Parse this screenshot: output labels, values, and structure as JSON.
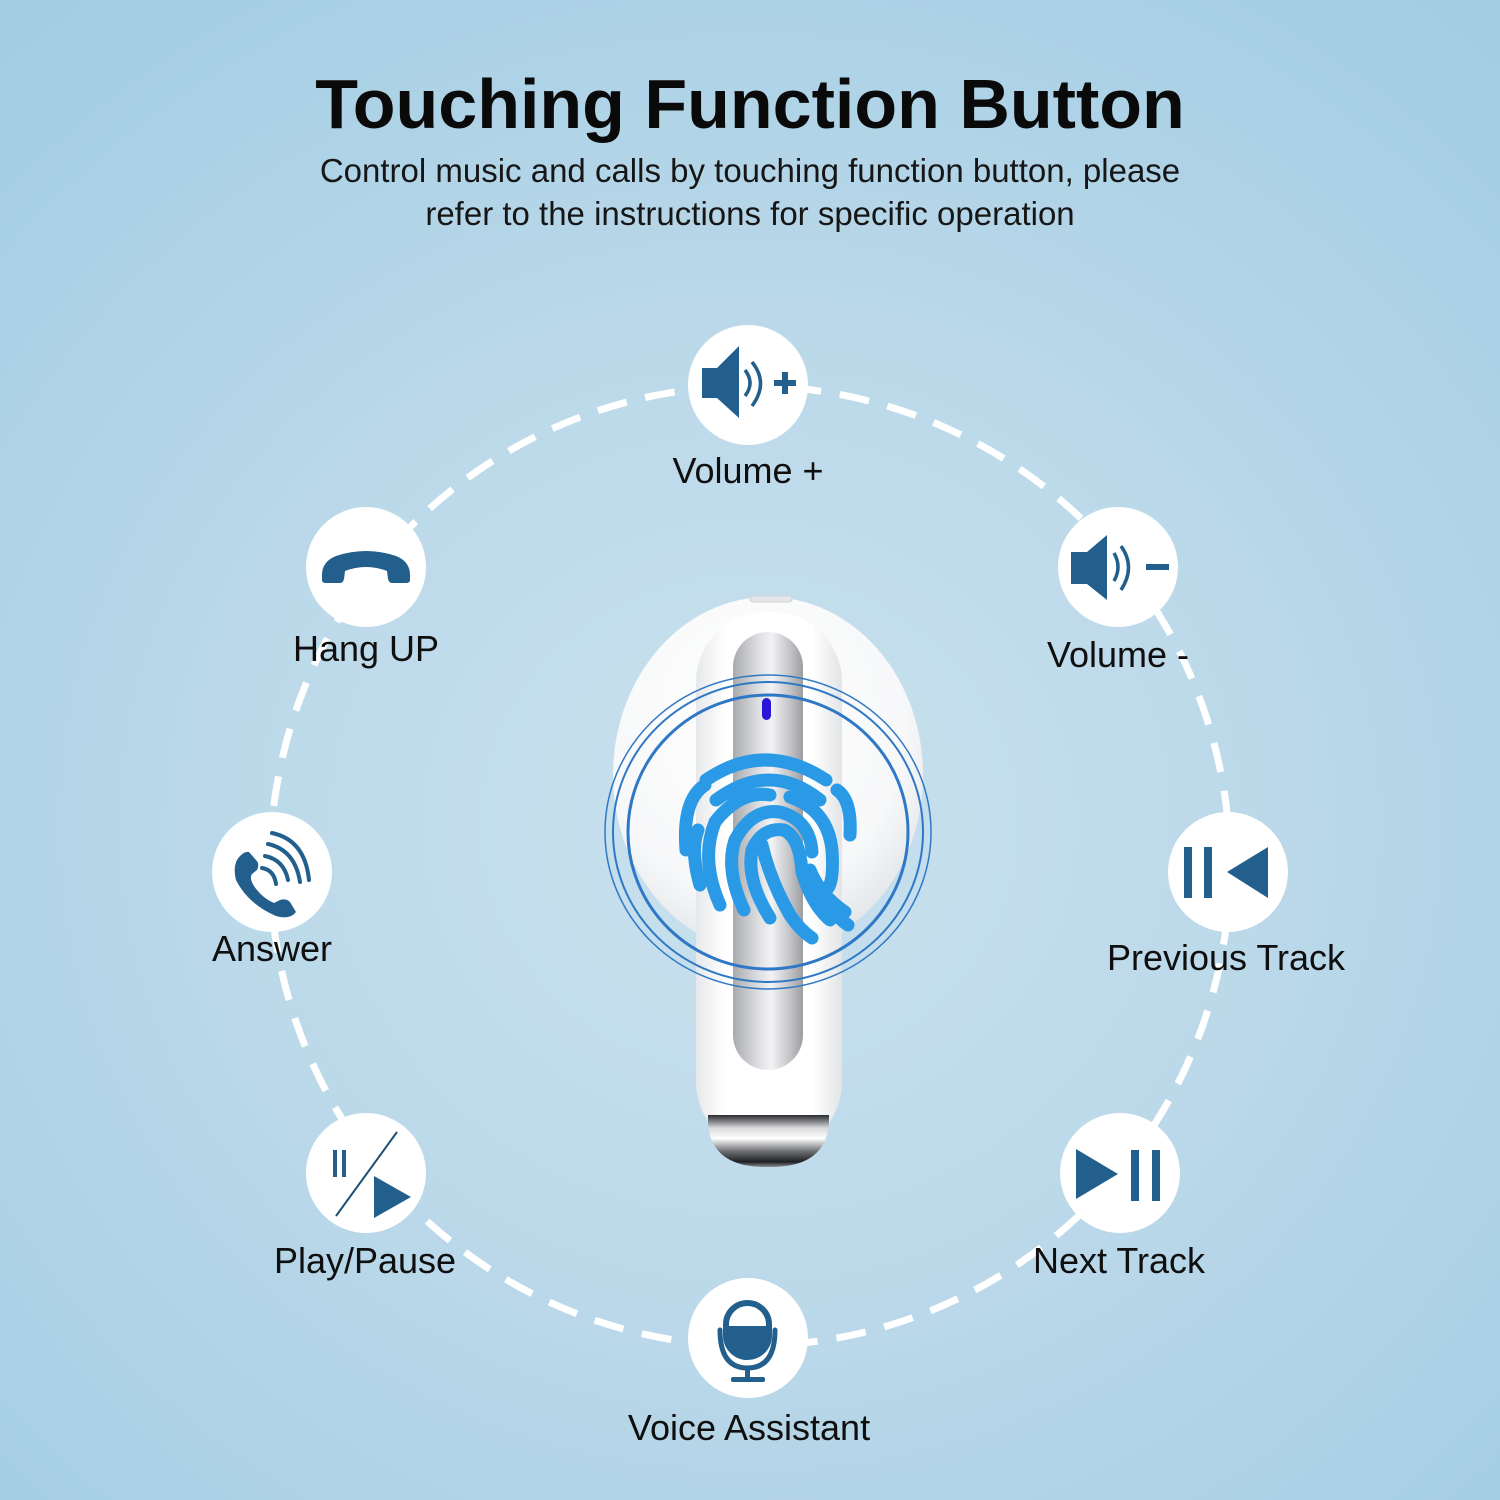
{
  "header": {
    "title": "Touching Function Button",
    "subtitle_line1": "Control music and calls by touching function button, please",
    "subtitle_line2": "refer to the instructions for specific operation"
  },
  "colors": {
    "icon_blue": "#235f8c",
    "fingerprint_blue": "#2a9ae6",
    "ring_blue": "#2f78c6",
    "led_blue": "#2a16d8",
    "background_center": "#c9e1ee",
    "background_edge": "#a3cde3"
  },
  "functions": [
    {
      "id": "volume-up",
      "label": "Volume +",
      "icon": "volume-up-icon"
    },
    {
      "id": "volume-down",
      "label": "Volume -",
      "icon": "volume-down-icon"
    },
    {
      "id": "previous-track",
      "label": "Previous Track",
      "icon": "previous-track-icon"
    },
    {
      "id": "next-track",
      "label": "Next Track",
      "icon": "next-track-icon"
    },
    {
      "id": "voice-assistant",
      "label": "Voice Assistant",
      "icon": "microphone-icon"
    },
    {
      "id": "play-pause",
      "label": "Play/Pause",
      "icon": "play-pause-icon"
    },
    {
      "id": "answer",
      "label": "Answer",
      "icon": "phone-ringing-icon"
    },
    {
      "id": "hang-up",
      "label": "Hang UP",
      "icon": "hang-up-phone-icon"
    }
  ],
  "center": {
    "product": "earbud",
    "touch_icon": "fingerprint-icon"
  }
}
